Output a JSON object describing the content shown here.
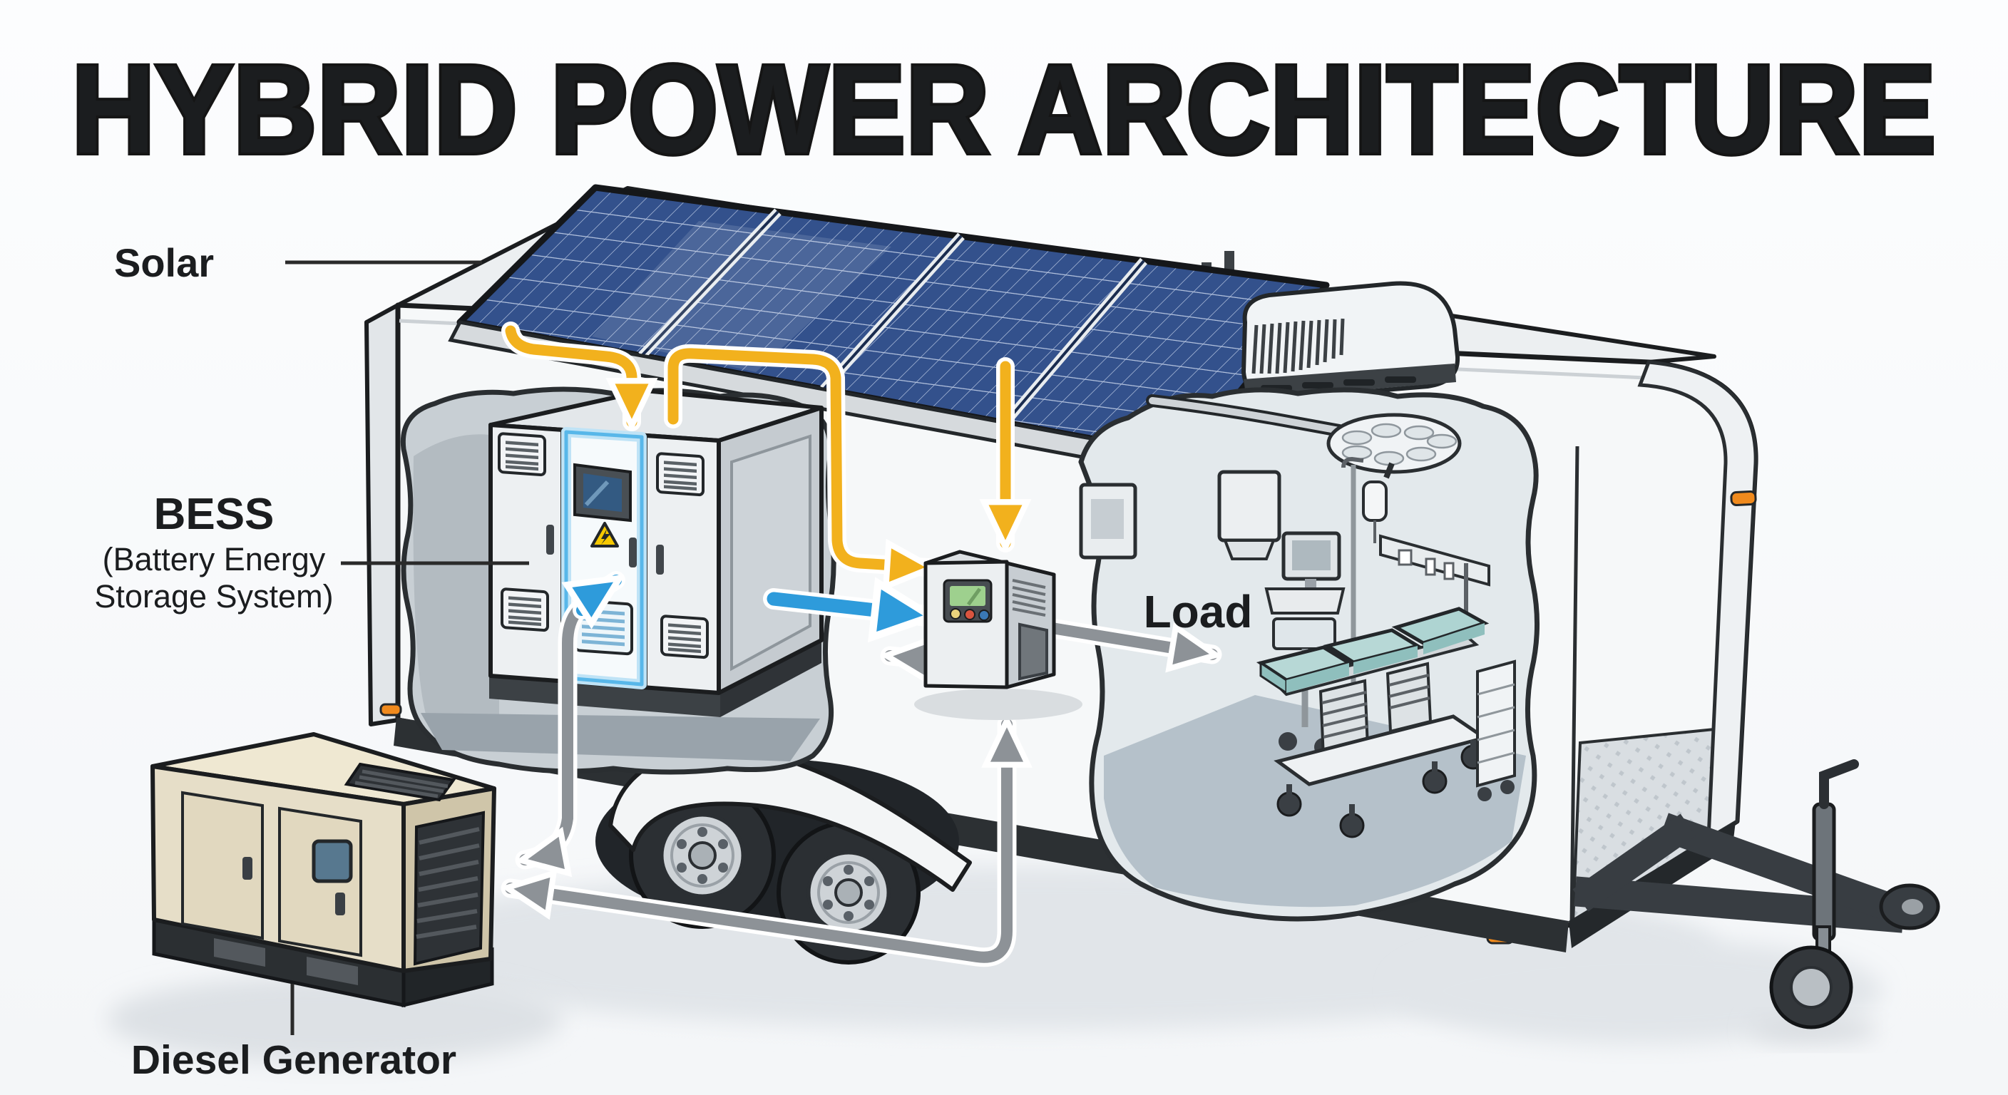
{
  "title": "HYBRID POWER ARCHITECTURE",
  "labels": {
    "solar": "Solar",
    "bess": "BESS",
    "bess_sub1": "(Battery Energy",
    "bess_sub2": "Storage System)",
    "load": "Load",
    "diesel_generator": "Diesel Generator"
  },
  "colors": {
    "solar_flow_yellow": "#F2B11D",
    "battery_flow_blue": "#2E9BDB",
    "generator_flow_gray": "#8D9297",
    "solar_panel_blue": "#33518C",
    "warning_yellow": "#F6C800",
    "marker_orange": "#F08A1D",
    "generator_beige": "#E6DEC8",
    "ink": "#1B1D1F"
  }
}
